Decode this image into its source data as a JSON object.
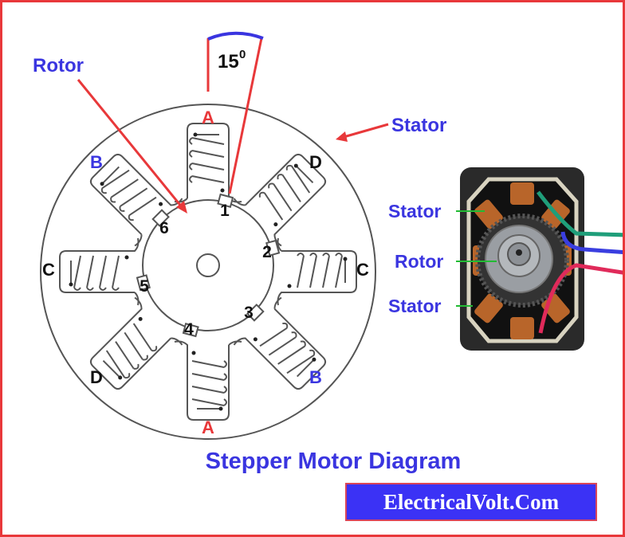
{
  "title": "Stepper Motor Diagram",
  "banner": "ElectricalVolt.Com",
  "angle": {
    "value": "15",
    "superscript": "0"
  },
  "callouts": {
    "rotor": "Rotor",
    "stator": "Stator"
  },
  "pole_labels": [
    "A",
    "D",
    "C",
    "B",
    "A",
    "D",
    "C",
    "B"
  ],
  "rotor_teeth": [
    "1",
    "2",
    "3",
    "4",
    "5",
    "6"
  ],
  "photo_labels": [
    "Stator",
    "Rotor",
    "Stator"
  ],
  "colors": {
    "red": "#e8383a",
    "blue": "#3a35e0",
    "banner": "#3b32f5"
  }
}
